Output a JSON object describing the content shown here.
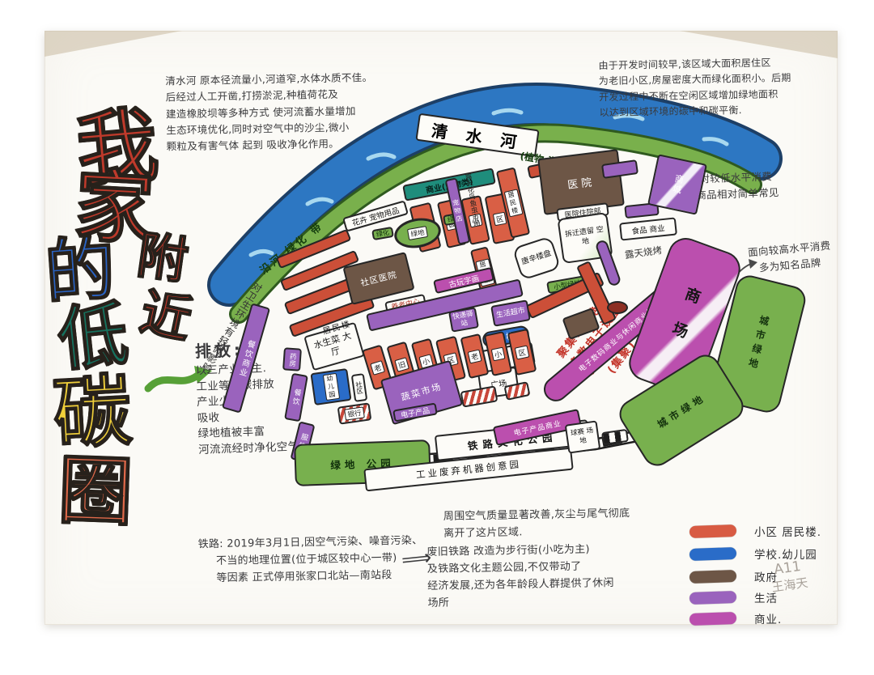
{
  "title": {
    "chars": [
      {
        "t": "我",
        "color": "#bf3a2b"
      },
      {
        "t": "家",
        "color": "#bf3a2b"
      },
      {
        "t": "的",
        "color": "#2a64c5"
      },
      {
        "t": "附",
        "color": "#c0392b"
      },
      {
        "t": "近",
        "color": "#c0392b"
      },
      {
        "t": "低",
        "color": "#16725f"
      },
      {
        "t": "碳",
        "color": "#f0cf3a"
      },
      {
        "t": "圈",
        "color": "#e0694a"
      }
    ]
  },
  "notes": {
    "river": [
      "清水河 原本径流量小,河道窄,水体水质不佳。",
      "后经过人工开凿,打捞淤泥,种植荷花及",
      "建造橡胶坝等多种方式 使河流蓄水量增加",
      "生态环境优化,同时对空气中的沙尘,微小",
      "颗粒及有害气体 起到 吸收净化作用。"
    ],
    "oldtown": [
      "由于开发时间较早,该区域大面积居住区",
      "为老旧小区,房屋密度大而绿化面积小。后期",
      "开发过程中不断在空闲区域增加绿地面积",
      "以达到区域环境的碳中和碳平衡."
    ],
    "hygiene": "对卫生环境有轻微影响",
    "emission": [
      "排放:",
      "以三产业为主.",
      "工业等高碳排放",
      "产业少",
      "吸收",
      "绿地植被丰富",
      "河流流经时净化空气"
    ],
    "railway": [
      "铁路: 2019年3月1日,因空气污染、噪音污染、",
      "不当的地理位置(位于城区较中心一带)",
      "等因素 正式停用张家口北站—南站段"
    ],
    "improve1": [
      "周围空气质量显著改善,灰尘与尾气彻底",
      "离开了这片区域."
    ],
    "improve2": [
      "废旧铁路 改造为步行街(小吃为主)",
      "及铁路文化主题公园,不仅带动了",
      "经济发展,还为各年龄段人群提供了休闲",
      "场所"
    ],
    "consume_low": [
      "针对较低水平消费",
      "商品相对简单常见"
    ],
    "consume_high": [
      "面向较高水平消费",
      "多为知名品牌"
    ],
    "cluster": [
      "聚集市内绝大",
      "多数电子设备",
      "零售维修产业",
      "(集聚)"
    ],
    "bbq": "露天烧烤",
    "arrow": "⟹"
  },
  "map": {
    "river": "清 水 河",
    "belt_left": "沿河 绿化 带",
    "belt_right": "(植物:海棠.杨柳.灌木)",
    "pet_band": "商业(宠物类)",
    "pet_goods": "花卉 宠物用品",
    "shiji": [
      "世纪",
      "园",
      "小",
      "区"
    ],
    "green_oval": "绿地",
    "green_l": "绿化",
    "green_r": "绿化",
    "water_hall": "水生菜 大厅",
    "residential1": "居民楼",
    "residential2": "居民楼",
    "flower_market": "露天花鸟鱼虫市场",
    "pet_store": "宠物店",
    "comm_hospital": "社区医院",
    "elderly": "养老中心",
    "antique": "古玩字画",
    "hospital": "医院",
    "ward": "医院住院部",
    "estate": "唐辛楼盘",
    "vacant": "拆迁遗留 空地",
    "food": "食品 商业",
    "mall_small": "商城",
    "small_green": "小型绿地",
    "school": "学校",
    "plaza": "广场",
    "kindergarten": "幼儿园",
    "community": "社区",
    "pharmacy": "药房",
    "catering": "餐饮",
    "clothing": "服饰",
    "street_left": "餐饮商业",
    "road_label": "居民楼",
    "old1": [
      "老",
      "旧",
      "小",
      "区"
    ],
    "old2": [
      "老",
      "小",
      "区"
    ],
    "veg_market": "蔬菜市场",
    "elec_goods": "电子产品",
    "bank": "银行",
    "life_market": "生活超市",
    "express": "快递驿站",
    "digital_band": "电子数码商业与休闲商业街区",
    "mall_big": "商 场",
    "city_green1": "城市绿地",
    "city_green2": "城市绿地",
    "rail_park": "铁路文化公园",
    "green_park": "绿地 公园",
    "industry_park": "工业废弃机器创意园",
    "elec_band": "电子产品商业",
    "ball": "球赛 场地"
  },
  "legend": {
    "items": [
      {
        "color": "#d85b43",
        "label": "小区 居民楼."
      },
      {
        "color": "#2a6cc8",
        "label": "学校.幼儿园"
      },
      {
        "color": "#6d5646",
        "label": "政府"
      },
      {
        "color": "#9a63bd",
        "label": "生活"
      },
      {
        "color": "#bb4fae",
        "label": "商业."
      }
    ]
  },
  "signature": [
    "A11",
    "王海天"
  ]
}
